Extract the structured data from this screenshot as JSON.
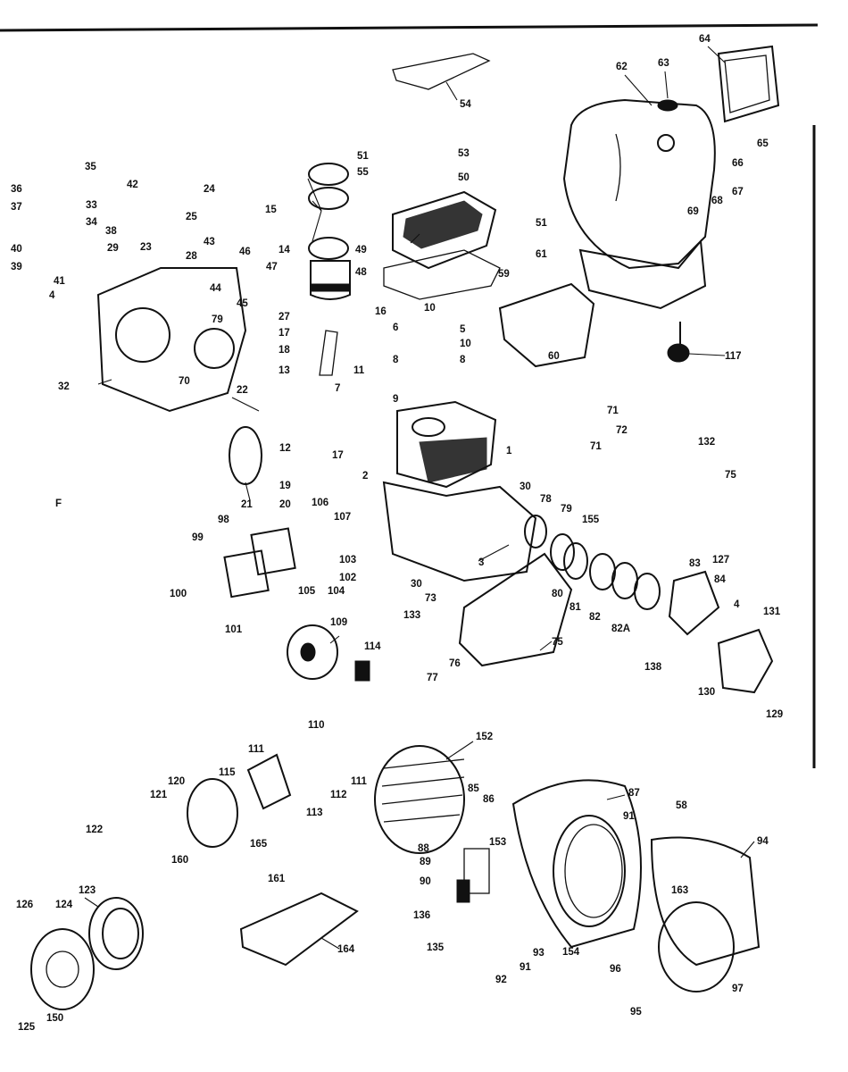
{
  "labels": [
    "54",
    "62",
    "63",
    "64",
    "65",
    "66",
    "67",
    "68",
    "69",
    "51",
    "53",
    "55",
    "50",
    "49",
    "48",
    "59",
    "61",
    "60",
    "51",
    "35",
    "36",
    "37",
    "33",
    "34",
    "38",
    "40",
    "39",
    "41",
    "42",
    "24",
    "25",
    "29",
    "28",
    "43",
    "23",
    "4",
    "44",
    "45",
    "46",
    "47",
    "79",
    "27",
    "32",
    "70",
    "15",
    "14",
    "16",
    "10",
    "6",
    "5",
    "10",
    "8",
    "8",
    "9",
    "17",
    "18",
    "13",
    "11",
    "7",
    "22",
    "21",
    "12",
    "17",
    "19",
    "20",
    "106",
    "2",
    "107",
    "117",
    "71",
    "72",
    "71",
    "132",
    "75",
    "1",
    "30",
    "78",
    "79",
    "155",
    "3",
    "80",
    "81",
    "82",
    "82A",
    "83",
    "127",
    "84",
    "4",
    "131",
    "98",
    "99",
    "100",
    "101",
    "105",
    "104",
    "103",
    "102",
    "30",
    "73",
    "133",
    "76",
    "77",
    "75",
    "109",
    "114",
    "138",
    "130",
    "129",
    "110",
    "152",
    "111",
    "111",
    "112",
    "113",
    "115",
    "165",
    "120",
    "121",
    "122",
    "160",
    "161",
    "85",
    "86",
    "87",
    "91",
    "58",
    "94",
    "163",
    "88",
    "89",
    "90",
    "153",
    "136",
    "135",
    "93",
    "154",
    "92",
    "91",
    "96",
    "97",
    "95",
    "123",
    "124",
    "126",
    "125",
    "150",
    "164",
    "F"
  ]
}
